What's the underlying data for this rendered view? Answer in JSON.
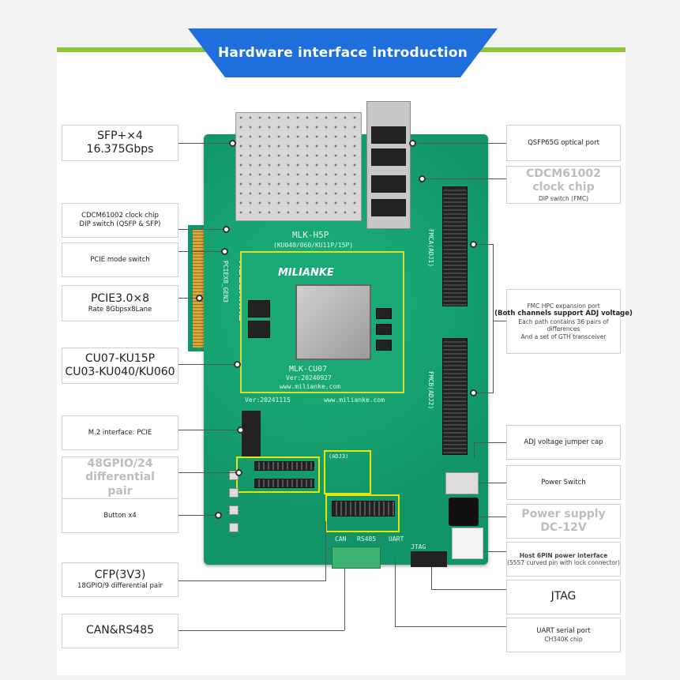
{
  "banner": {
    "title": "Hardware interface introduction"
  },
  "board": {
    "model": "MLK-H5P",
    "variants": "(KU040/060/KU11P/15P)",
    "brand": "MILIANKE",
    "som_model": "MLK-CU07",
    "som_version": "Ver:20240927",
    "website": "www.milianke.com",
    "ver_bottom": "Ver:20241115",
    "pcie_text": "PCIEX8_GEN3",
    "fmca_text": "FMCA(ADJ1)",
    "fmcb_text": "FMCB(ADJ2)",
    "can_text": "CAN",
    "rs485_text": "RS485",
    "uart_text": "UART",
    "jtag_text": "JTAG",
    "adj3_text": "(ADJ3)"
  },
  "left_labels": [
    {
      "name": "sfp",
      "line1": "SFP+×4",
      "line2": "16.375Gbps"
    },
    {
      "name": "cdcm-sfp",
      "line1": "CDCM61002 clock chip",
      "line2": "DIP switch (QSFP & SFP)"
    },
    {
      "name": "pcie-mode",
      "line1": "PCIE mode switch"
    },
    {
      "name": "pcie",
      "line1": "PCIE3.0×8",
      "line2": "Rate 8Gbpsx8Lane"
    },
    {
      "name": "cu07",
      "line1": "CU07-KU15P",
      "line2": "CU03-KU040/KU060"
    },
    {
      "name": "m2",
      "line1": "M.2 interface: PCIE"
    },
    {
      "name": "gpio48",
      "line1": "48GPIO/24",
      "line2": "differential",
      "line3": "pair"
    },
    {
      "name": "button",
      "line1": "Button x4"
    },
    {
      "name": "cfp",
      "line1": "CFP(3V3)",
      "line2": "18GPIO/9 differential pair"
    },
    {
      "name": "can",
      "line1": "CAN&RS485"
    }
  ],
  "right_labels": [
    {
      "name": "qsfp",
      "line1": "QSFP65G optical port"
    },
    {
      "name": "cdcm-fmc",
      "line1": "CDCM61002",
      "line2": "clock chip",
      "line3": "DIP switch (FMC)"
    },
    {
      "name": "fmc",
      "line1": "FMC HPC expansion port",
      "line2": "(Both channels support ADJ voltage)",
      "line3": "Each path contains 36 pairs of differences",
      "line4": "And a set of GTH transceiver"
    },
    {
      "name": "adj",
      "line1": "ADJ voltage jumper cap"
    },
    {
      "name": "power-switch",
      "line1": "Power Switch"
    },
    {
      "name": "power-supply",
      "line1": "Power supply",
      "line2": "DC-12V"
    },
    {
      "name": "host-6pin",
      "line1": "Host 6PIN power interface",
      "line2": "(5557 curved pin with lock connector)"
    },
    {
      "name": "jtag",
      "line1": "JTAG"
    },
    {
      "name": "uart",
      "line1": "UART serial port",
      "line2": "CH340K chip"
    }
  ],
  "colors": {
    "banner": "#1e6fdc",
    "accent_green": "#8cc63f",
    "board_green": "#14a070",
    "highlight": "#e6e600"
  }
}
